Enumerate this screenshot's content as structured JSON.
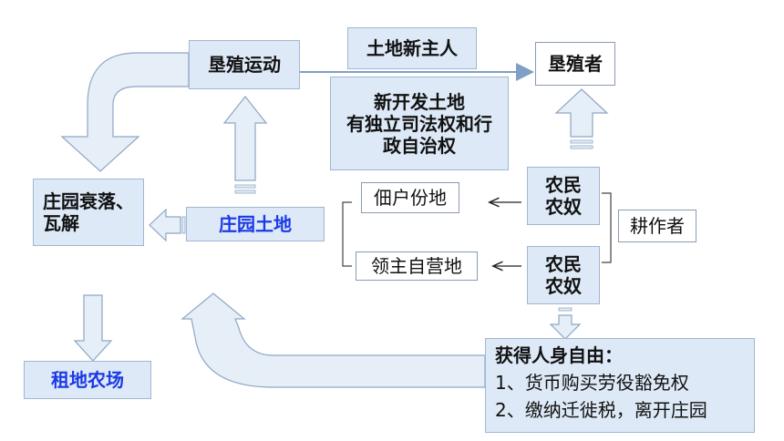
{
  "nodes": {
    "reclamation_movement": "垦殖运动",
    "new_land_owner": "土地新主人",
    "settlers": "垦殖者",
    "new_land_desc": [
      "新开发土地",
      "有独立司法权和行",
      "政自治权"
    ],
    "manor_decline": [
      "庄园衰落、",
      "瓦解"
    ],
    "manor_land": "庄园土地",
    "tenant_plots": "佃户份地",
    "lord_demesne": "领主自营地",
    "peasant_serf_top": [
      "农民",
      "农奴"
    ],
    "peasant_serf_bottom": [
      "农民",
      "农奴"
    ],
    "cultivators": "耕作者",
    "rent_farm": "租地农场",
    "freedom_title": "获得人身自由：",
    "freedom_items": [
      "1、货币购买劳役豁免权",
      "2、缴纳迁徙税，离开庄园"
    ]
  },
  "colors": {
    "box_fill": "#dde9f6",
    "box_border": "#9fb6d2",
    "arrow_fill": "#e6eef8",
    "arrow_stroke": "#8ea6c4",
    "highlight_text": "#1b39e6"
  }
}
